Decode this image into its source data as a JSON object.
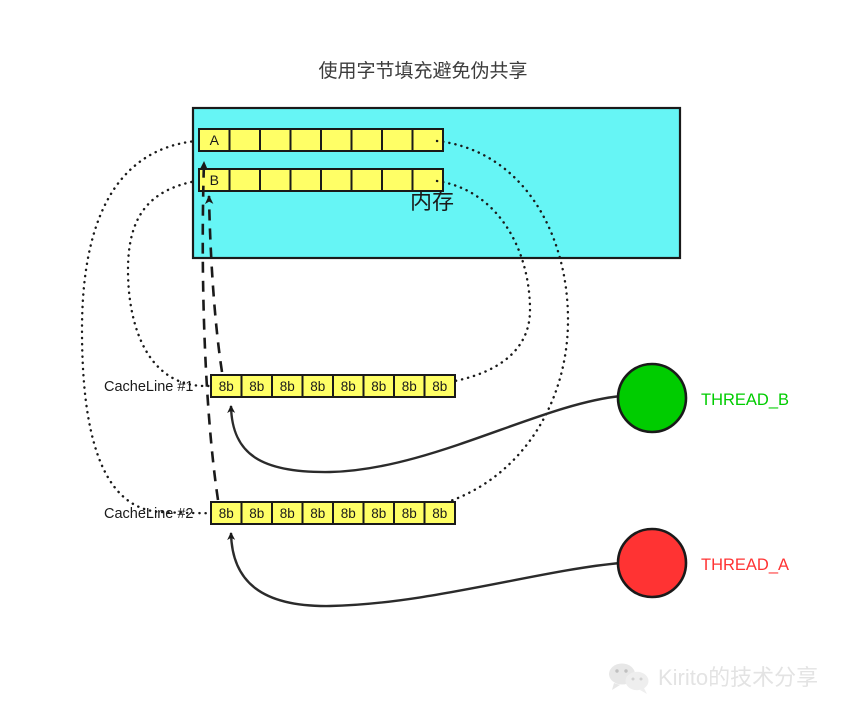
{
  "title": "使用字节填充避免伪共享",
  "memory": {
    "label": "内存",
    "fill_color": "#66f5f5",
    "cell_color": "#ffff66",
    "rows": [
      {
        "name": "A",
        "cells": [
          "A",
          "",
          "",
          "",
          "",
          "",
          "",
          ""
        ]
      },
      {
        "name": "B",
        "cells": [
          "B",
          "",
          "",
          "",
          "",
          "",
          "",
          ""
        ]
      }
    ]
  },
  "cache_lines": [
    {
      "label": "CacheLine #1",
      "cells": [
        "8b",
        "8b",
        "8b",
        "8b",
        "8b",
        "8b",
        "8b",
        "8b"
      ],
      "cell_color": "#ffff66"
    },
    {
      "label": "CacheLine #2",
      "cells": [
        "8b",
        "8b",
        "8b",
        "8b",
        "8b",
        "8b",
        "8b",
        "8b"
      ],
      "cell_color": "#ffff66"
    }
  ],
  "threads": [
    {
      "label": "THREAD_B",
      "color": "#00cc00",
      "fill": "#00cc00",
      "text_color": "#00cc00"
    },
    {
      "label": "THREAD_A",
      "color": "#ff3333",
      "fill": "#ff3333",
      "text_color": "#ff3333"
    }
  ],
  "watermark": {
    "text": "Kirito的技术分享",
    "icon": "wechat-icon"
  },
  "colors": {
    "stroke": "#1a1a1a",
    "memory_fill": "#66f5f5",
    "cell_fill": "#ffff66",
    "thread_b": "#00cc00",
    "thread_a": "#ff3333",
    "title_text": "#3c3c3c",
    "watermark": "#e2e2e2"
  }
}
